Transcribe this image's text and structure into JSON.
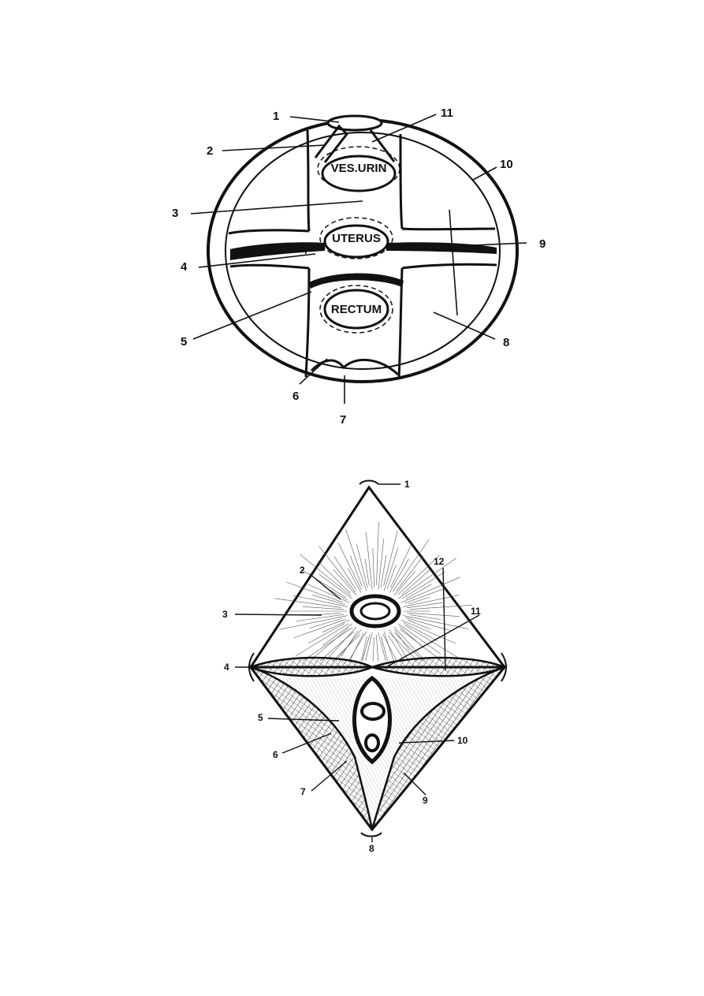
{
  "diagram_top": {
    "organs": {
      "bladder": "VES.URIN",
      "uterus": "UTERUS",
      "rectum": "RECTUM"
    },
    "labels": {
      "l1": "1",
      "l2": "2",
      "l3": "3",
      "l4": "4",
      "l5": "5",
      "l6": "6",
      "l7": "7",
      "l8": "8",
      "l9": "9",
      "l10": "10",
      "l11": "11"
    }
  },
  "diagram_bottom": {
    "labels": {
      "l1": "1",
      "l2": "2",
      "l3": "3",
      "l4": "4",
      "l5": "5",
      "l6": "6",
      "l7": "7",
      "l8": "8",
      "l9": "9",
      "l10": "10",
      "l11": "11",
      "l12": "12"
    }
  },
  "colors": {
    "ink": "#111111",
    "paper": "#ffffff"
  }
}
